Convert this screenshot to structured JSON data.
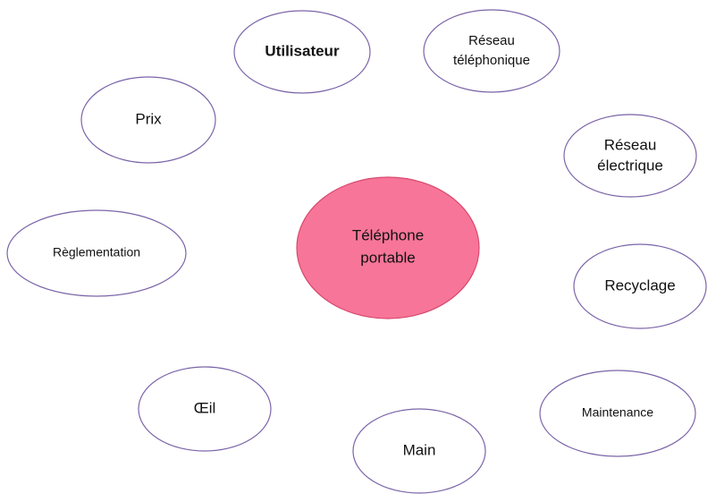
{
  "diagram": {
    "center": {
      "lines": [
        "Téléphone",
        "portable"
      ]
    },
    "nodes": [
      {
        "id": "utilisateur",
        "lines": [
          "Utilisateur"
        ]
      },
      {
        "id": "reseau-telephonique",
        "lines": [
          "Réseau",
          "téléphonique"
        ]
      },
      {
        "id": "prix",
        "lines": [
          "Prix"
        ]
      },
      {
        "id": "reseau-electrique",
        "lines": [
          "Réseau",
          "électrique"
        ]
      },
      {
        "id": "reglementation",
        "lines": [
          "Règlementation"
        ]
      },
      {
        "id": "recyclage",
        "lines": [
          "Recyclage"
        ]
      },
      {
        "id": "oeil",
        "lines": [
          "Œil"
        ]
      },
      {
        "id": "maintenance",
        "lines": [
          "Maintenance"
        ]
      },
      {
        "id": "main",
        "lines": [
          "Main"
        ]
      }
    ]
  },
  "colors": {
    "center_fill": "#f77598",
    "center_stroke": "#d84a70",
    "node_stroke": "#7b64a8",
    "background": "#ffffff"
  }
}
